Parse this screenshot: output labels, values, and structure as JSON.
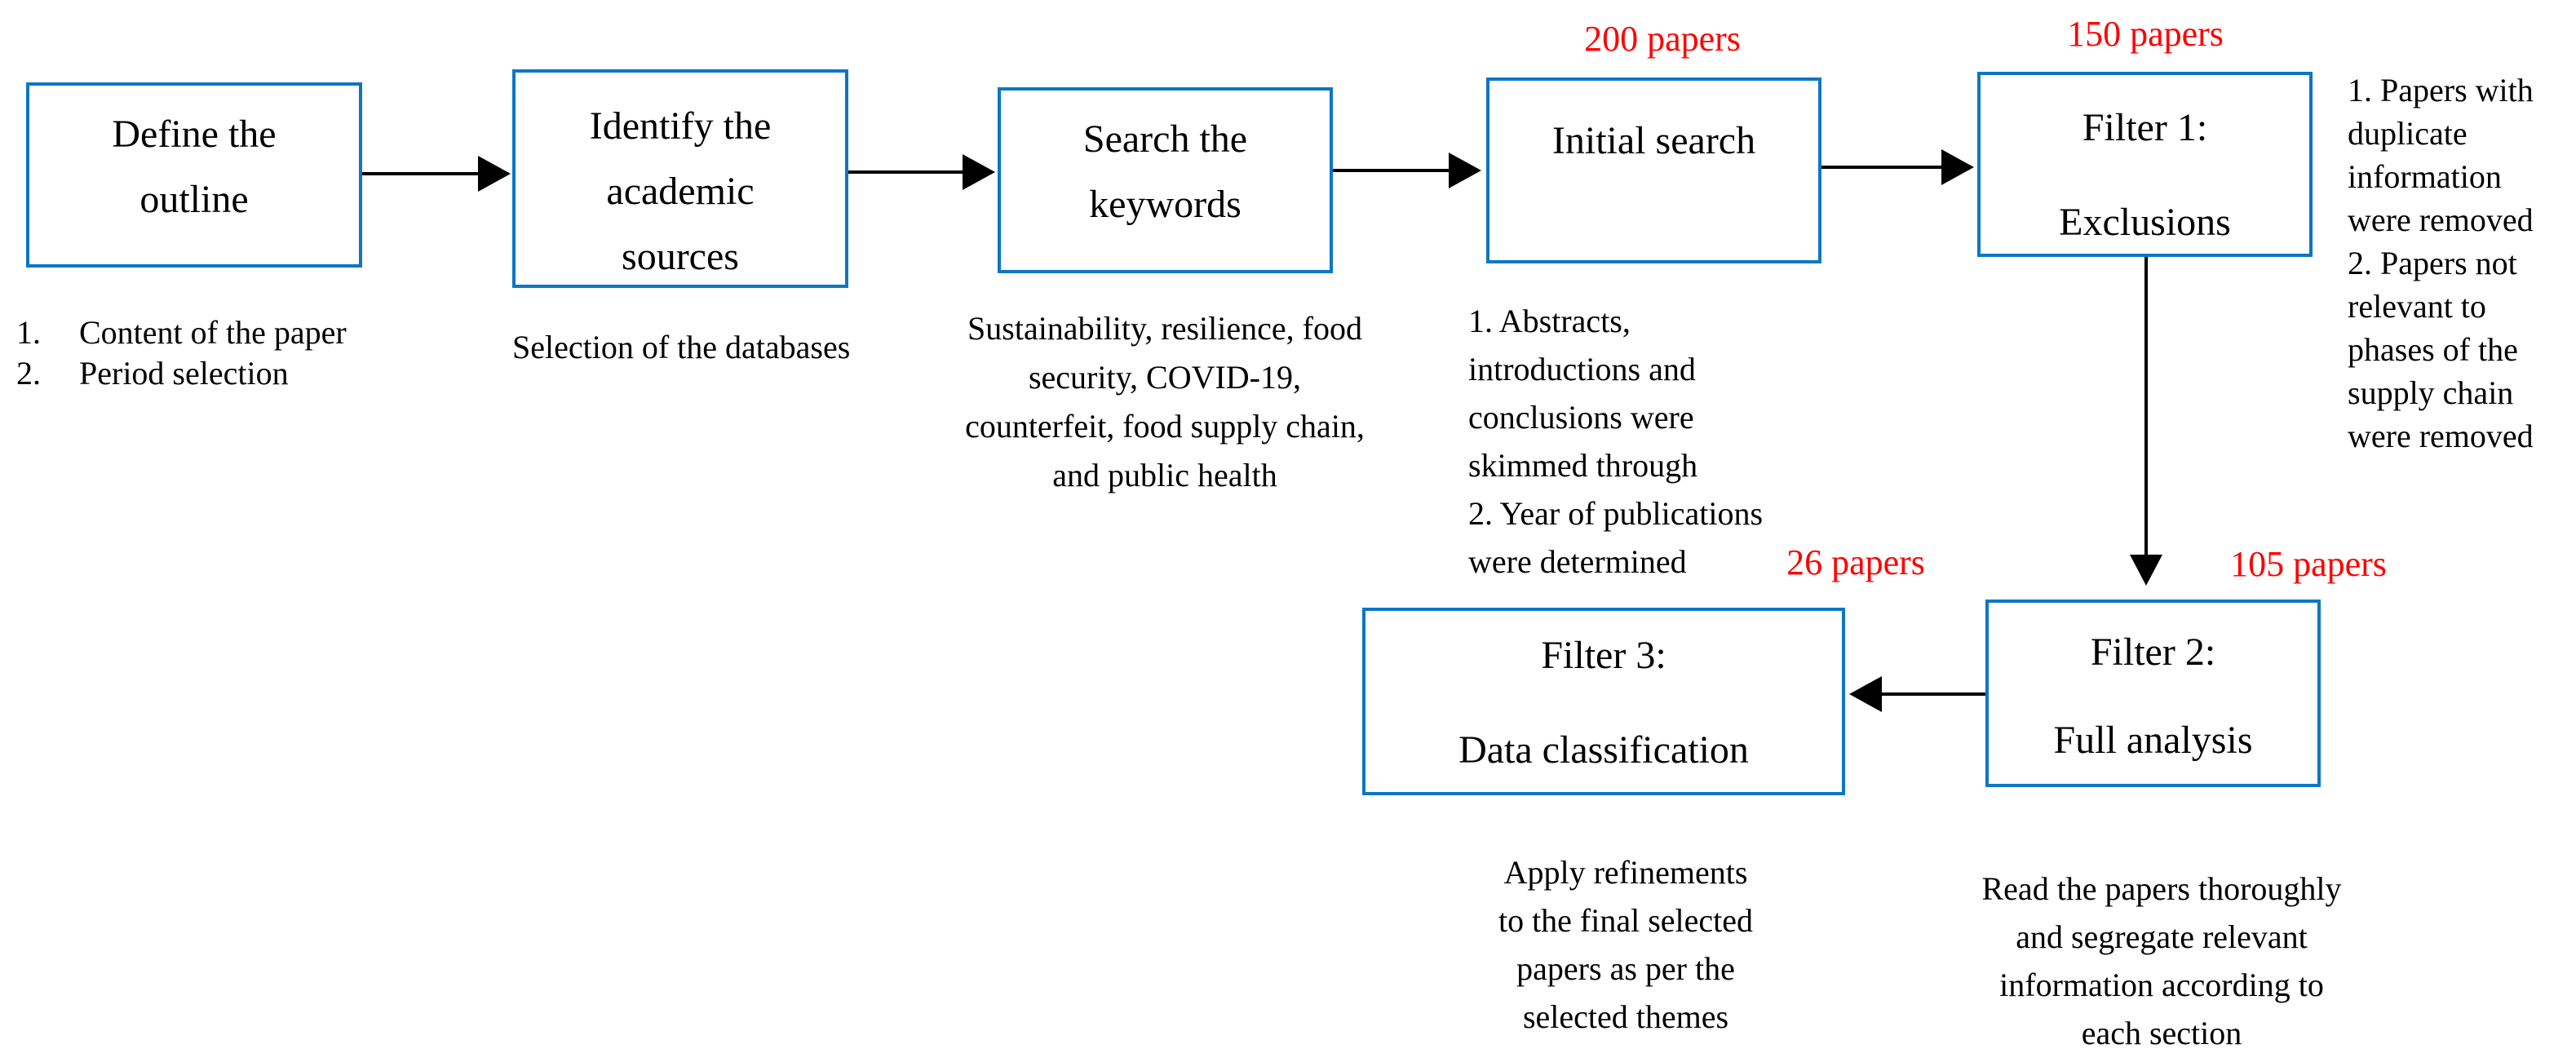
{
  "colors": {
    "box_border": "#0e76c3",
    "arrow": "#000000",
    "count_label": "#ff0000",
    "text": "#000000",
    "background": "#ffffff"
  },
  "boxes": {
    "define": {
      "lines": [
        "Define the",
        "outline"
      ]
    },
    "identify": {
      "lines": [
        "Identify the",
        "academic",
        "sources"
      ]
    },
    "search": {
      "lines": [
        "Search the",
        "keywords"
      ]
    },
    "initial": {
      "lines": [
        "Initial search"
      ]
    },
    "filter1": {
      "lines": [
        "Filter 1:",
        "Exclusions"
      ]
    },
    "filter3": {
      "lines": [
        "Filter 3:",
        "Data classification"
      ]
    },
    "filter2": {
      "lines": [
        "Filter 2:",
        "Full analysis"
      ]
    }
  },
  "counts": {
    "initial": "200 papers",
    "filter1": "150 papers",
    "filter2": "105 papers",
    "filter3": "26 papers"
  },
  "notes": {
    "define": {
      "items": [
        {
          "num": "1.",
          "text": "Content of the paper"
        },
        {
          "num": "2.",
          "text": "Period selection"
        }
      ]
    },
    "identify": {
      "lines": [
        "Selection of the databases"
      ]
    },
    "search": {
      "lines": [
        "Sustainability, resilience, food",
        "security, COVID-19,",
        "counterfeit, food supply chain,",
        "and public health"
      ]
    },
    "initial": {
      "lines": [
        "1. Abstracts,",
        "introductions and",
        "conclusions were",
        "skimmed through",
        "2. Year of publications",
        "were determined"
      ]
    },
    "filter1": {
      "lines": [
        "1. Papers with",
        "duplicate",
        "information",
        "were removed",
        "2. Papers not",
        "relevant to",
        "phases of the",
        "supply chain",
        "were removed"
      ]
    },
    "filter3": {
      "lines": [
        "Apply refinements",
        "to the final selected",
        "papers as per the",
        "selected themes"
      ]
    },
    "filter2": {
      "lines": [
        "Read the papers thoroughly",
        "and segregate relevant",
        "information according to",
        "each section"
      ]
    }
  }
}
